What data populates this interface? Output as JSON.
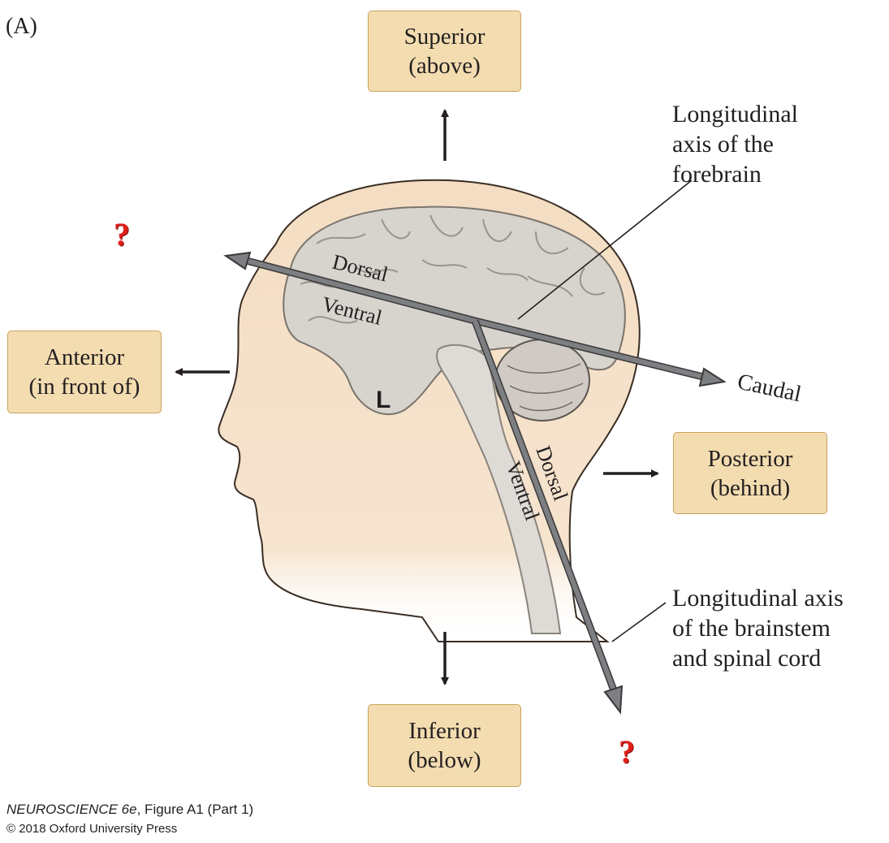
{
  "panel_label": "(A)",
  "directions": {
    "superior": {
      "line1": "Superior",
      "line2": "(above)"
    },
    "inferior": {
      "line1": "Inferior",
      "line2": "(below)"
    },
    "anterior": {
      "line1": "Anterior",
      "line2": "(in front of)"
    },
    "posterior": {
      "line1": "Posterior",
      "line2": "(behind)"
    }
  },
  "forebrain_axis": {
    "dorsal": "Dorsal",
    "ventral": "Ventral",
    "caudal": "Caudal",
    "question_mark": "?"
  },
  "brainstem_axis": {
    "dorsal": "Dorsal",
    "ventral": "Ventral",
    "question_mark": "?"
  },
  "brain_landmark": "L",
  "callouts": {
    "forebrain_axis": [
      "Longitudinal",
      "axis of the",
      "forebrain"
    ],
    "brainstem_axis": [
      "Longitudinal axis",
      "of the brainstem",
      "and spinal cord"
    ]
  },
  "credit": {
    "book": "NEUROSCIENCE 6e",
    "figure": ", Figure A1 (Part 1)",
    "copyright": "© 2018 Oxford University Press"
  },
  "colors": {
    "box_fill": "#f3dcb0",
    "box_border": "#c9a25d",
    "skin": "#f3dcc0",
    "brain": "#d6d2cc",
    "axis_arrow": "#7d7f83",
    "question_mark": "#e0201b"
  }
}
